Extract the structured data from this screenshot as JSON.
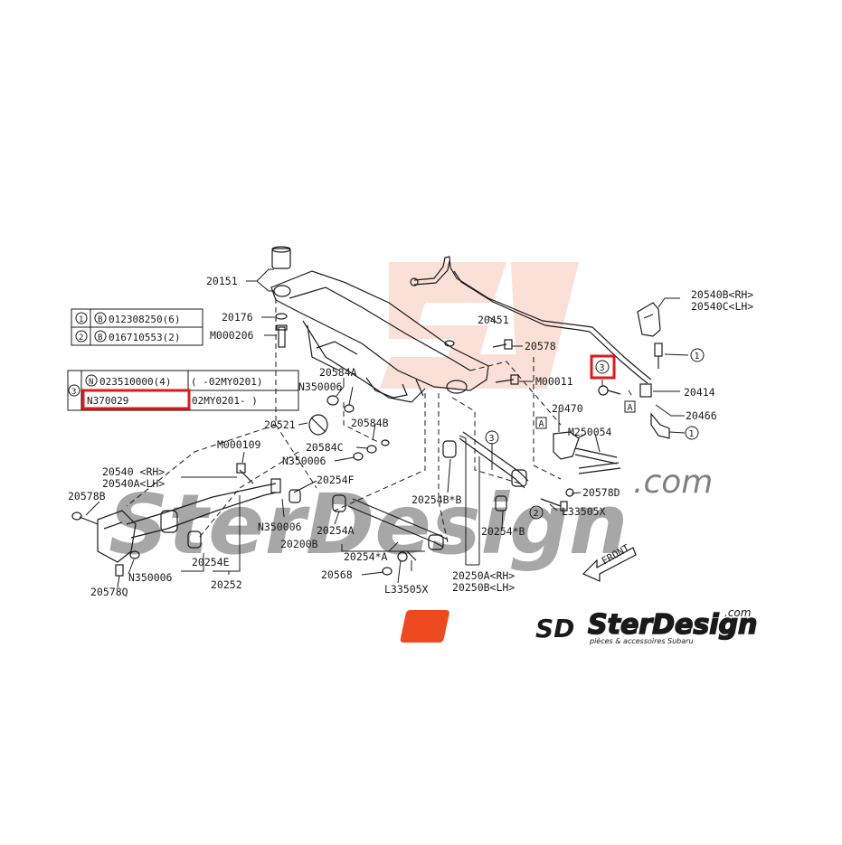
{
  "labels": {
    "p20151": "20151",
    "p20176": "20176",
    "pM000206": "M000206",
    "p20451": "20451",
    "p20578": "20578",
    "pM00011": "M00011",
    "p20584A": "20584A",
    "pN350006a": "N350006",
    "p20584B": "20584B",
    "p20521": "20521",
    "p20584C": "20584C",
    "pN350006b": "N350006",
    "pM000109": "M000109",
    "p20540": "20540 <RH>",
    "p20540A": "20540A<LH>",
    "p20578B": "20578B",
    "p20254F": "20254F",
    "pN350006c": "N350006",
    "p20254A": "20254A",
    "p20200B": "20200B",
    "p20254E": "20254E",
    "p20252": "20252",
    "pN350006d": "N350006",
    "p20578Q": "20578Q",
    "p20254starA": "20254*A",
    "p20568": "20568",
    "pL33505Xa": "L33505X",
    "p20254BstarB": "20254B*B",
    "p20254starB": "20254*B",
    "p20250A": "20250A<RH>",
    "p20250B": "20250B<LH>",
    "p20470": "20470",
    "pM250054": "M250054",
    "p20578D": "20578D",
    "pL33505Xb": "L33505X",
    "p20540B": "20540B<RH>",
    "p20540C": "20540C<LH>",
    "p20414": "20414",
    "p20466": "20466",
    "front": "FRONT"
  },
  "markers": {
    "c1": "1",
    "c2": "2",
    "c3": "3",
    "boxA": "A"
  },
  "table": {
    "row1_num": "1",
    "row1_code": "B",
    "row1_text": "012308250(6)",
    "row2_num": "2",
    "row2_code": "B",
    "row2_text": "016710553(2)",
    "row3_num": "3",
    "row3a_code": "N",
    "row3a_text": "023510000(4)",
    "row3a_range": "(    -02MY0201)",
    "row3b_text": "N370029",
    "row3b_range": "02MY0201-      )"
  },
  "brand": {
    "logo_letters": "SD",
    "name": "SterDesign",
    "dotcom": ".com",
    "tagline": "pièces & accessoires Subaru"
  },
  "colors": {
    "highlight": "#e01a1a",
    "brand_orange": "#ee4a22",
    "watermark": "#f6c7b6",
    "line": "#1a1a1a"
  }
}
